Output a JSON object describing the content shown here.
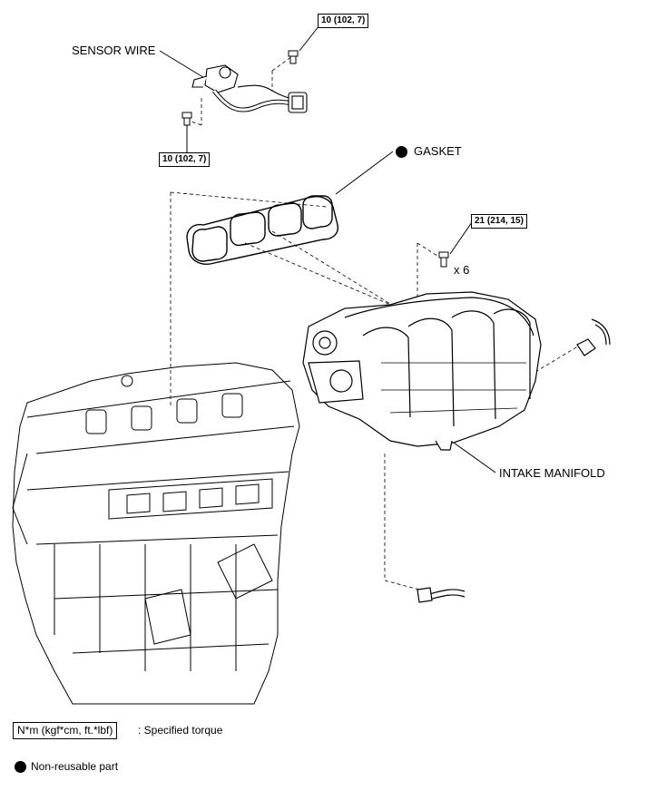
{
  "labels": {
    "sensor_wire": "SENSOR WIRE",
    "gasket": "GASKET",
    "intake_manifold": "INTAKE MANIFOLD",
    "bolt_qty": "x 6"
  },
  "torque_specs": {
    "sensor_wire_bolt_top": "10 (102, 7)",
    "sensor_wire_bolt_left": "10 (102, 7)",
    "manifold_bolt": "21 (214, 15)"
  },
  "legend": {
    "torque_format": "N*m (kgf*cm, ft.*lbf)",
    "torque_desc": ": Specified torque",
    "non_reusable": "Non-reusable part"
  },
  "colors": {
    "line": "#000000",
    "part_fill": "#ffffff"
  }
}
